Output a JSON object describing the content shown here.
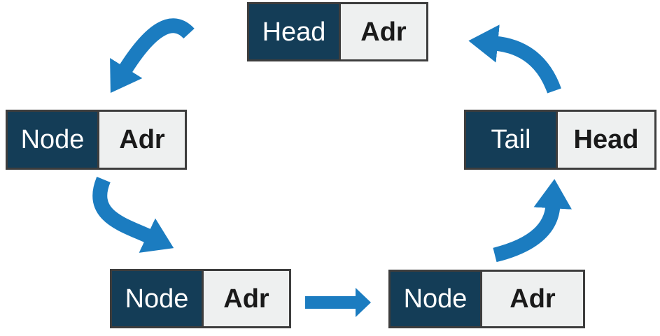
{
  "diagram": {
    "type": "circular-linked-list",
    "nodes": [
      {
        "id": "head",
        "label": "Head",
        "value": "Adr"
      },
      {
        "id": "node-left",
        "label": "Node",
        "value": "Adr"
      },
      {
        "id": "node-bottom-left",
        "label": "Node",
        "value": "Adr"
      },
      {
        "id": "node-bottom-right",
        "label": "Node",
        "value": "Adr"
      },
      {
        "id": "tail",
        "label": "Tail",
        "value": "Head"
      }
    ],
    "arrows": [
      {
        "from": "head",
        "to": "node-left",
        "style": "curved"
      },
      {
        "from": "node-left",
        "to": "node-bottom-left",
        "style": "curved"
      },
      {
        "from": "node-bottom-left",
        "to": "node-bottom-right",
        "style": "straight"
      },
      {
        "from": "node-bottom-right",
        "to": "tail",
        "style": "curved"
      },
      {
        "from": "tail",
        "to": "head",
        "style": "curved"
      }
    ],
    "colors": {
      "arrow": "#1b7cc0",
      "node_label_bg": "#143d57",
      "node_value_bg": "#eef0f0",
      "border": "#3d3d3d",
      "label_text": "#ffffff",
      "value_text": "#1a1a1a",
      "background": "#ffffff"
    }
  }
}
